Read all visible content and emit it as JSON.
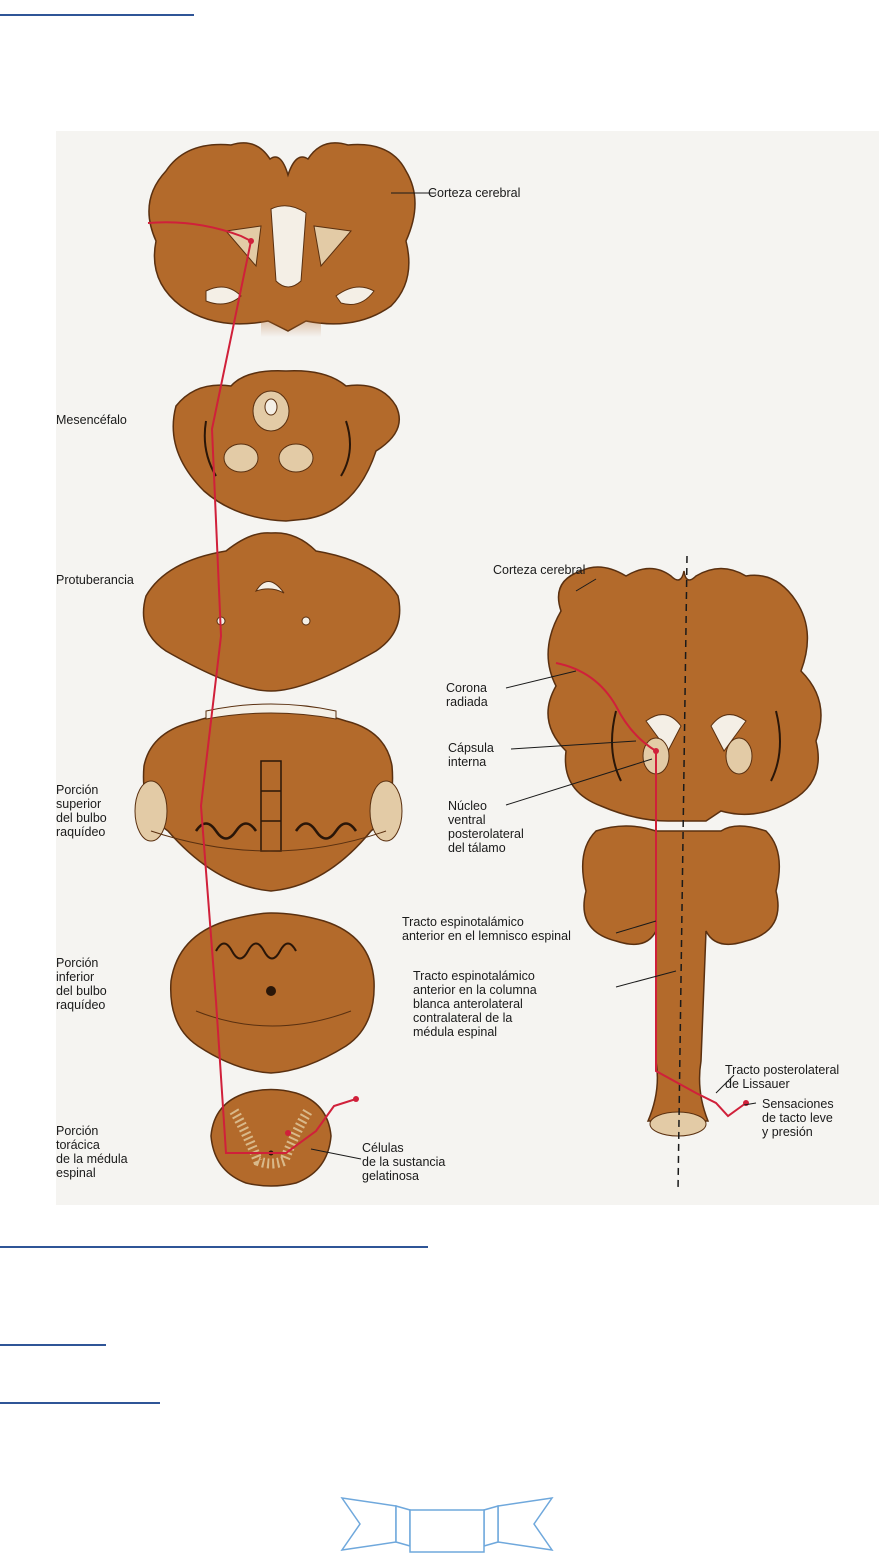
{
  "diagram": {
    "labels": {
      "corteza_top": "Corteza cerebral",
      "mesencefalo": "Mesencéfalo",
      "protuberancia": "Protuberancia",
      "bulbo_superior": "Porción\nsuperior\ndel bulbo\nraquídeo",
      "bulbo_inferior": "Porción\ninferior\ndel bulbo\nraquídeo",
      "medula_toracica": "Porción\ntorácica\nde la médula\nespinal",
      "celulas_gelatinosa": "Células\nde la sustancia\ngelatinosa",
      "corteza_right": "Corteza cerebral",
      "corona_radiada": "Corona\nradiada",
      "capsula_interna": "Cápsula\ninterna",
      "nucleo_vpl": "Núcleo\nventral\nposterolateral\ndel tálamo",
      "tracto_lemnisco": "Tracto espinotalámico\nanterior en el lemnisco espinal",
      "tracto_columna": "Tracto espinotalámico\nanterior en la columna\nblanca anterolateral\ncontralateral de la\nmédula espinal",
      "tracto_lissauer": "Tracto posterolateral\nde Lissauer",
      "sensaciones": "Sensaciones\nde tacto leve\ny presión"
    },
    "colors": {
      "tissue": "#b36a2b",
      "tissue_dark": "#8a4f1e",
      "pale": "#e3cba6",
      "pathway": "#d0203a",
      "heading_rule": "#2f5597"
    }
  }
}
